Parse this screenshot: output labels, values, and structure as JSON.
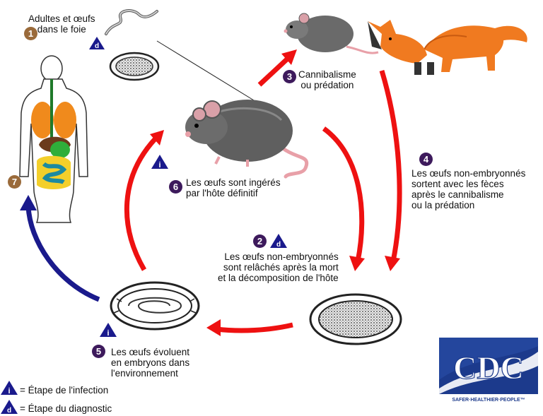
{
  "steps": {
    "s1": {
      "num": "1",
      "text": "Adultes et œufs\ndans le foie",
      "tag": "d"
    },
    "s2": {
      "num": "2",
      "text": "Les œufs non-embryonnés\nsont relâchés après la mort\net la décomposition de l'hôte",
      "tag": "d"
    },
    "s3": {
      "num": "3",
      "text": "Cannibalisme\nou prédation"
    },
    "s4": {
      "num": "4",
      "text": "Les œufs non-embryonnés\nsortent avec les fèces\naprès le cannibalisme\nou la prédation"
    },
    "s5": {
      "num": "5",
      "text": "Les œufs évoluent\nen embryons dans\nl'environnement",
      "tag": "i"
    },
    "s6": {
      "num": "6",
      "text": "Les œufs sont ingérés\npar l'hôte définitif",
      "tag": "i"
    },
    "s7": {
      "num": "7"
    }
  },
  "legend": {
    "i_label": "= Étape de l'infection",
    "d_label": "= Étape du diagnostic",
    "i_symbol": "i",
    "d_symbol": "d"
  },
  "logo": {
    "name": "CDC",
    "tagline": "SAFER·HEALTHIER·PEOPLE™"
  },
  "colors": {
    "arrow_red": "#ee1111",
    "arrow_blue": "#1a1a8c",
    "badge_purple": "#3d1a5c",
    "badge_brown": "#9a6a3a",
    "logo_blue": "#1c3a8c"
  }
}
